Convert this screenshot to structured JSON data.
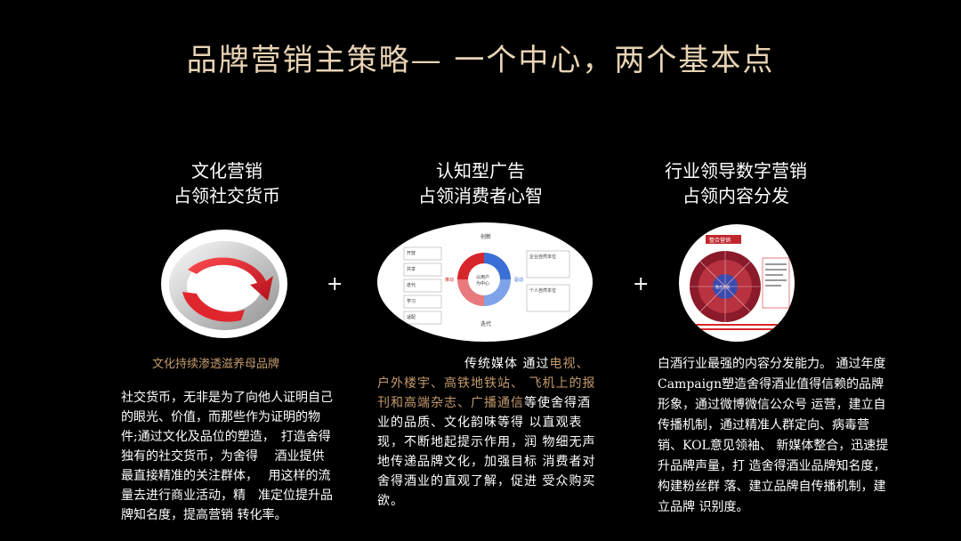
{
  "title": "品牌营销主策略— 一个中心，两个基本点",
  "plus_sign": "+",
  "col1": {
    "heading1": "文化营销",
    "heading2": "占领社交货币",
    "tagline": "文化持续渗透滋养母品牌",
    "body": "社交货币，无非是为了向他人证明自己的眼光、价值，而那些作为证明的物件;通过文化及品位的塑造，　打造舍得独有的社交货币，为舍得　 酒业提供最直接精准的关注群体，　 用这样的流量去进行商业活动，精　准定位提升品牌知名度，提高营销 转化率。"
  },
  "col2": {
    "heading1": "认知型广告",
    "heading2": "占领消费者心智",
    "body_white_1": "传统媒体 通过",
    "body_gold": "电视、户外楼宇、高铁地铁站、 飞机上的报刊和高端杂志、广播通信",
    "body_white_2": "等使舍得酒业的品质、文化韵味等得 以直观表现，不断地起提示作用，润 物细无声地传递品牌文化，加强目标 消费者对舍得酒业的直观了解，促进 受众购买欲。",
    "diagram": {
      "top_label": "创新",
      "bottom_label": "迭代",
      "center": "以用户\n为中心",
      "left_arrow": "推动",
      "right_arrow": "驱动",
      "left_items": [
        "开放",
        "共享",
        "迭代",
        "学习",
        "适配"
      ],
      "right_items": [
        "企业自然本位",
        "个人自然本位"
      ]
    }
  },
  "col3": {
    "heading1": "行业领导数字营销",
    "heading2": "占领内容分发",
    "body": "白酒行业最强的内容分发能力。 通过年度Campaign塑造舍得酒业值得信赖的品牌形象，通过微博微信公众号 运营，建立自传播机制，通过精准人群定向、病毒营销、KOL意见领袖、 新媒体整合，迅速提升品牌声量，打 造舍得酒业品牌知名度，构建粉丝群 落、建立品牌自传播机制，建立品牌 识别度。",
    "wheel_banner": "整合营销",
    "wheel_center": "整合营销"
  },
  "colors": {
    "title": "#e8d3b4",
    "accent_gold": "#c49a6c",
    "red": "#d7262b",
    "blue": "#3b6fd6"
  }
}
